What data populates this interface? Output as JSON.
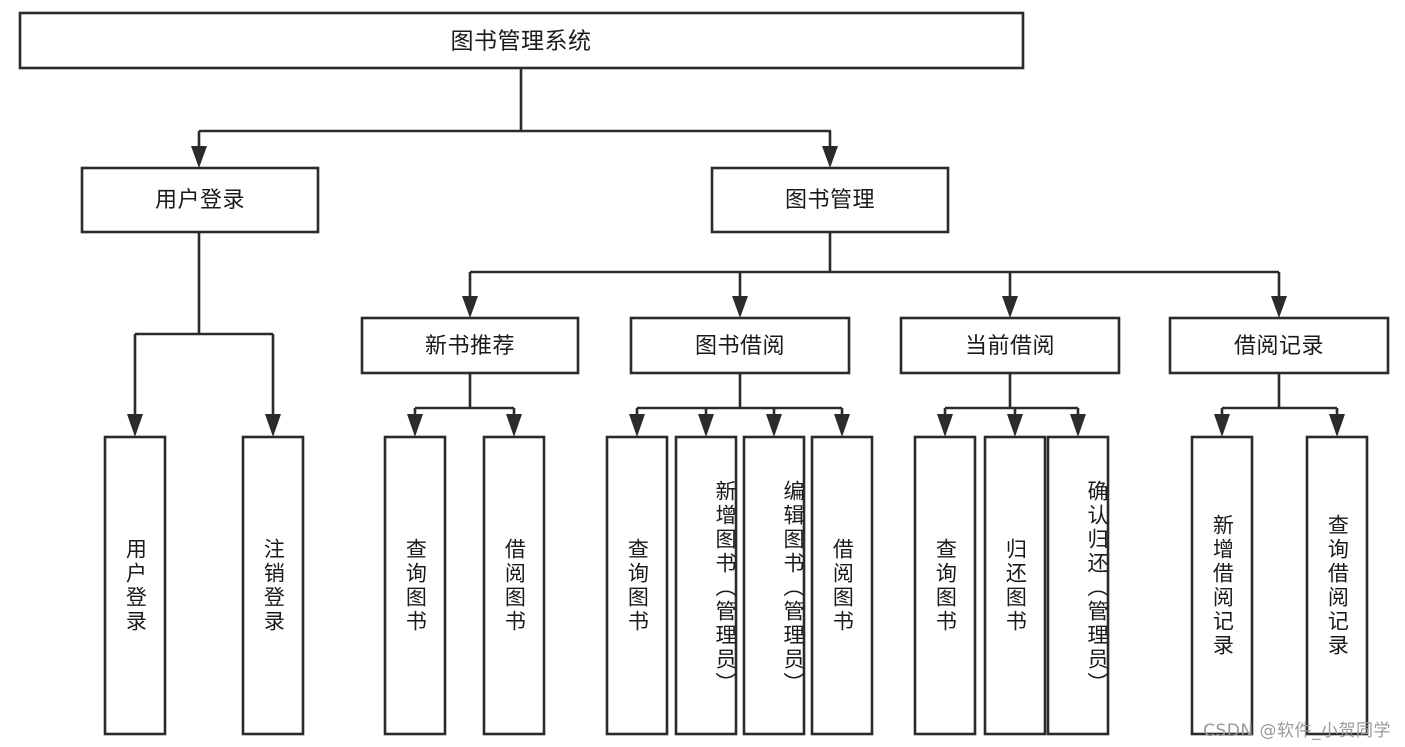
{
  "diagram": {
    "type": "tree-hierarchy",
    "title": "图书管理系统",
    "orientation": "top-down",
    "colors": {
      "stroke": "#2b2b2b",
      "fill": "#ffffff",
      "text": "#1a1a1a",
      "watermark": "#9a9a9a",
      "background": "#ffffff"
    },
    "root": {
      "label": "图书管理系统"
    },
    "level2": [
      {
        "label": "用户登录"
      },
      {
        "label": "图书管理"
      }
    ],
    "level3": [
      {
        "label": "新书推荐"
      },
      {
        "label": "图书借阅"
      },
      {
        "label": "当前借阅"
      },
      {
        "label": "借阅记录"
      }
    ],
    "leaves": {
      "user_login": [
        {
          "label": "用户登录"
        },
        {
          "label": "注销登录"
        }
      ],
      "new_book_recommend": [
        {
          "label": "查询图书"
        },
        {
          "label": "借阅图书"
        }
      ],
      "book_borrow": [
        {
          "label": "查询图书"
        },
        {
          "label": "新增图书（管理员）"
        },
        {
          "label": "编辑图书（管理员）"
        },
        {
          "label": "借阅图书"
        }
      ],
      "current_borrow": [
        {
          "label": "查询图书"
        },
        {
          "label": "归还图书"
        },
        {
          "label": "确认归还（管理员）"
        }
      ],
      "borrow_record": [
        {
          "label": "新增借阅记录"
        },
        {
          "label": "查询借阅记录"
        }
      ]
    }
  },
  "watermark": {
    "text": "CSDN @软件_小贺同学"
  }
}
